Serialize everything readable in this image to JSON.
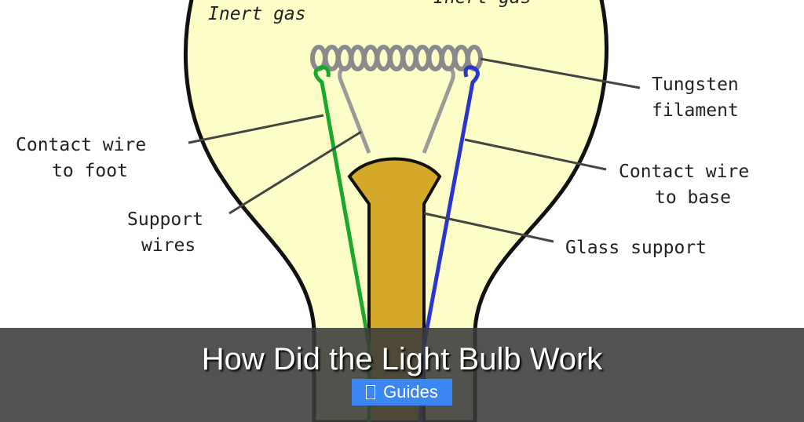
{
  "diagram": {
    "labels": {
      "inert_gas_left": "Inert gas",
      "inert_gas_right": "Inert gas",
      "tungsten_1": "Tungsten",
      "tungsten_2": "filament",
      "contact_foot_1": "Contact wire",
      "contact_foot_2": "to foot",
      "support_1": "Support",
      "support_2": "wires",
      "contact_base_1": "Contact wire",
      "contact_base_2": "to base",
      "glass_support": "Glass support"
    },
    "colors": {
      "bulb_fill": "#fdfdc8",
      "glass_support": "#d4a829",
      "contact_foot_wire": "#1aa82a",
      "contact_base_wire": "#2a35d0",
      "support_wires": "#9a9a9a"
    }
  },
  "banner": {
    "title": "How Did the Light Bulb Work",
    "badge_icon": "book-icon",
    "badge_label": "Guides"
  }
}
